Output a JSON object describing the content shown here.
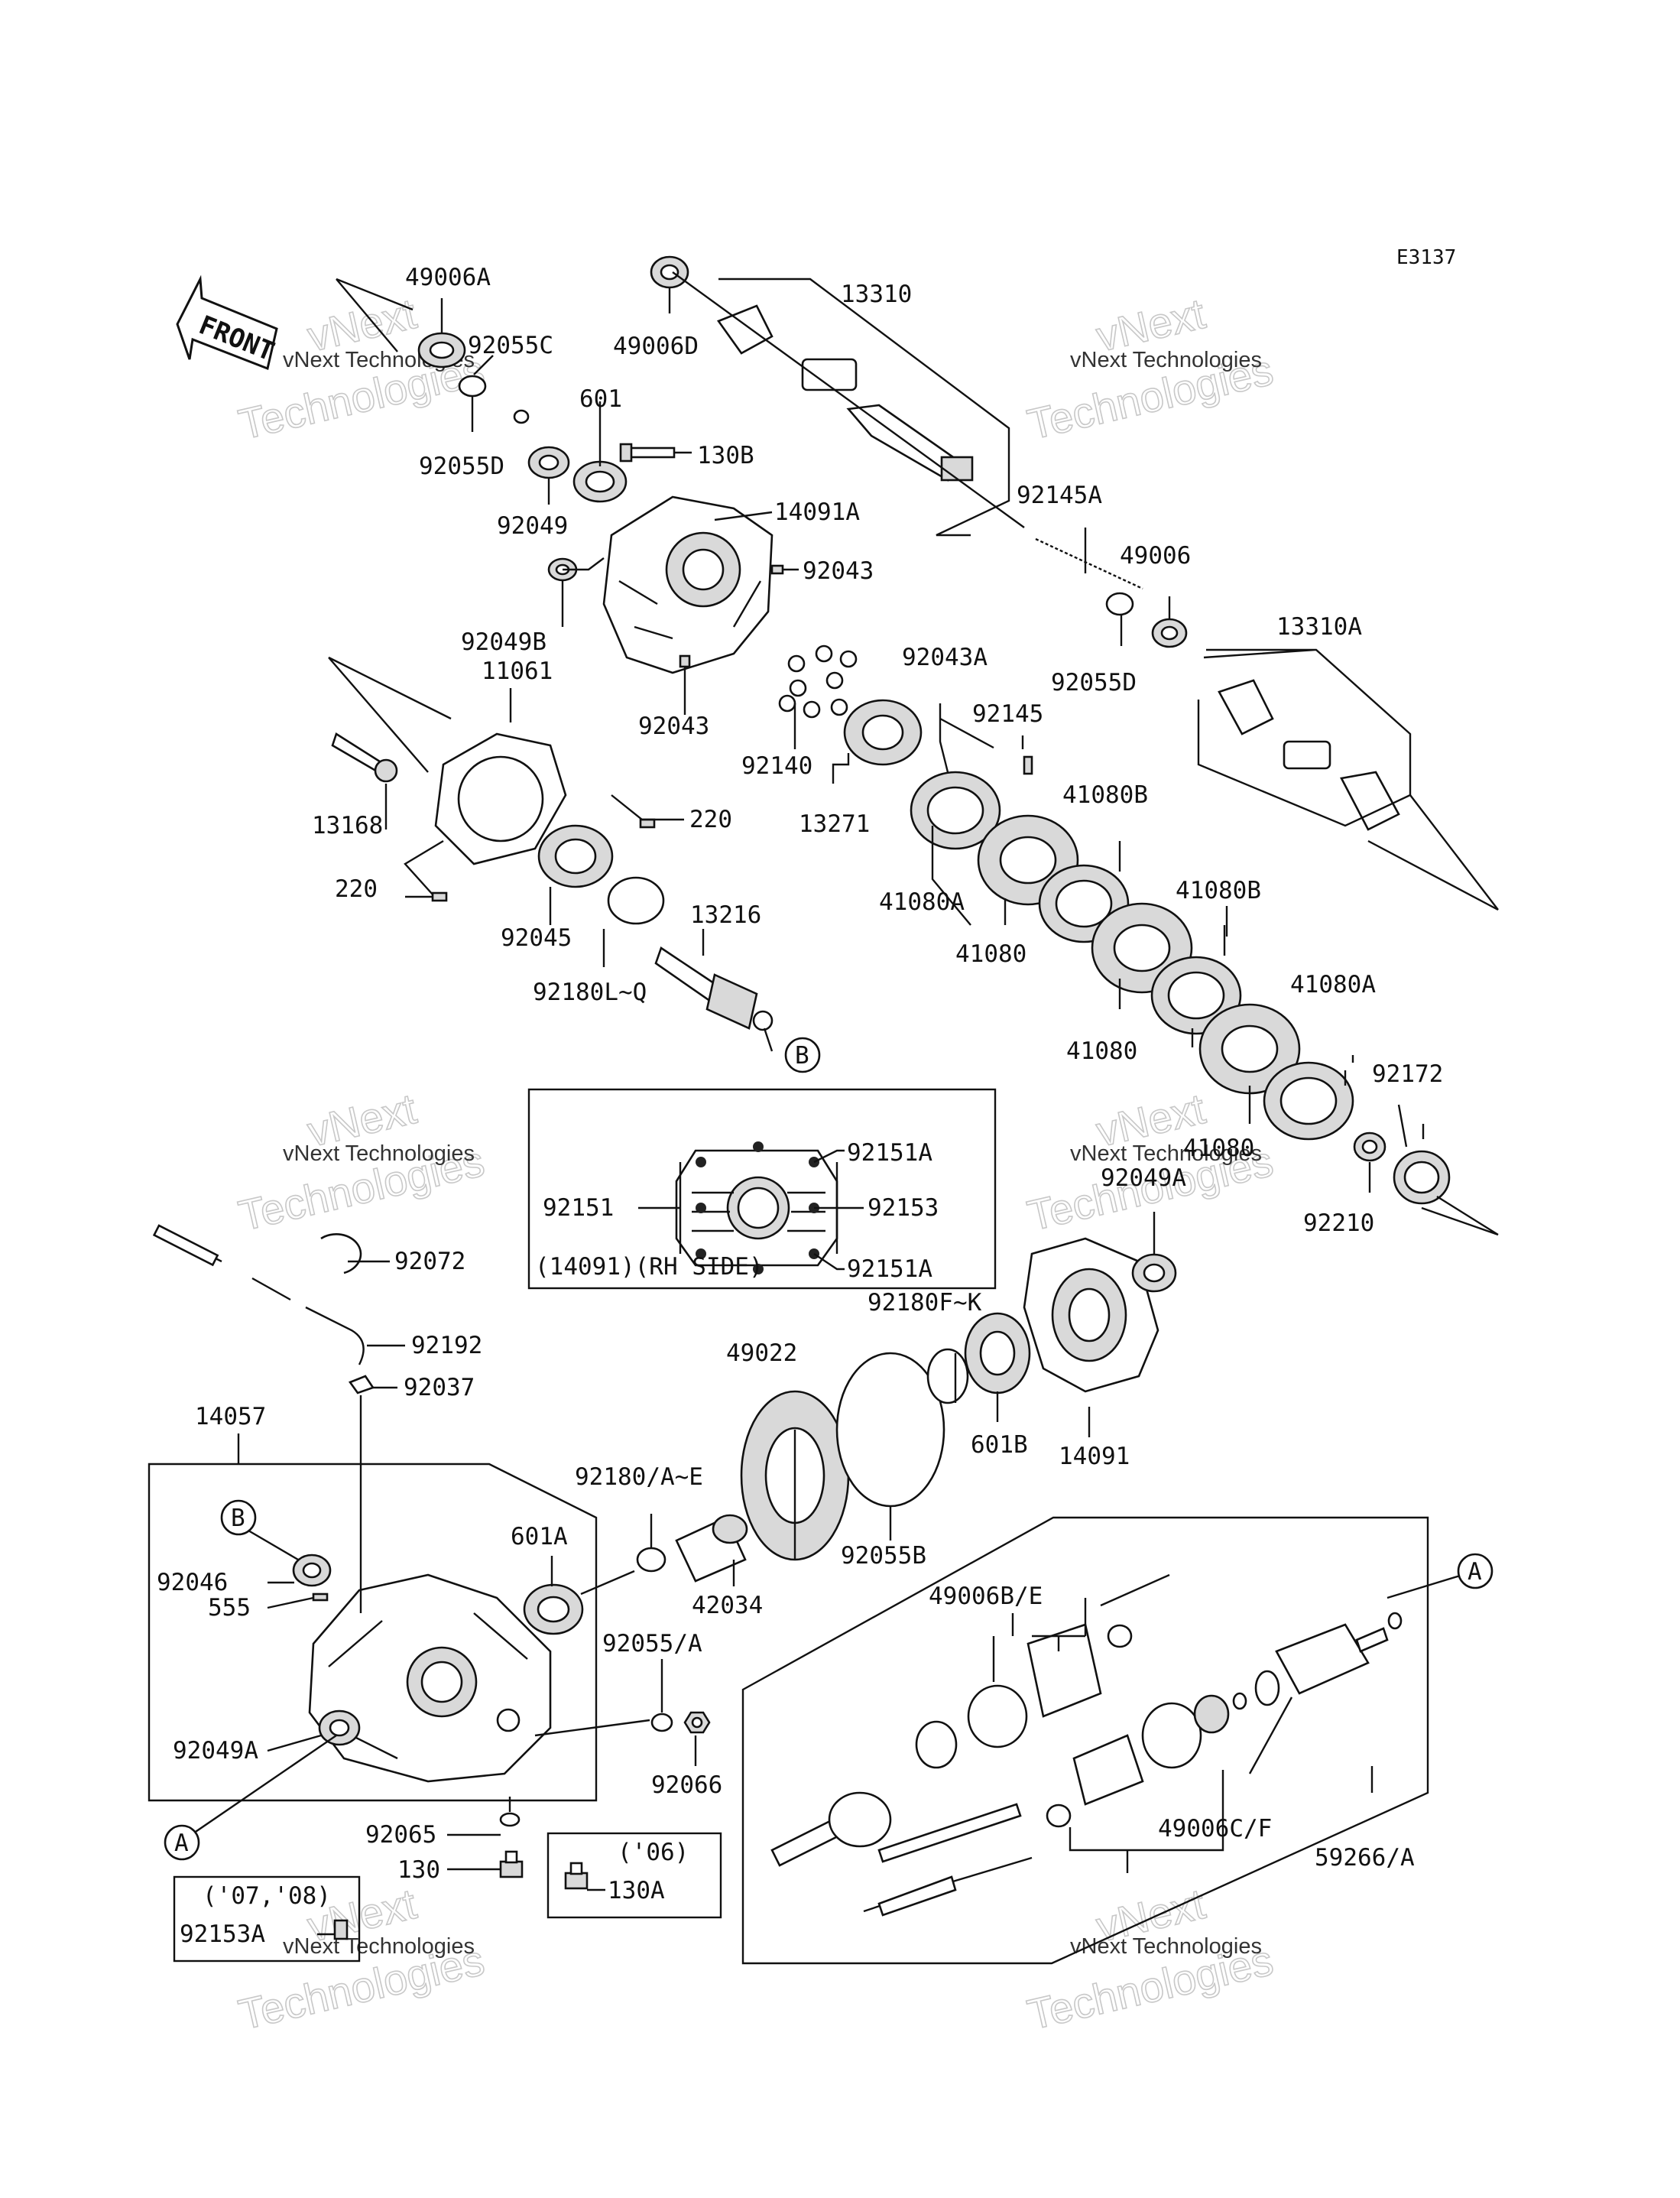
{
  "diagram_code": "E3137",
  "front_arrow_label": "FRONT",
  "watermark": {
    "line1": "vNext Technologies",
    "line2": "Technologies",
    "line3": "vNext"
  },
  "callouts": {
    "A": "A",
    "B": "B"
  },
  "inset_rh": {
    "caption": "(14091)(RH SIDE)",
    "labels": [
      "92151A",
      "92151",
      "92153",
      "92151A"
    ]
  },
  "inset_06": {
    "caption": "('06)",
    "label": "130A"
  },
  "inset_07_08": {
    "caption": "('07,'08)",
    "label": "92153A"
  },
  "parts": [
    "49006A",
    "92055C",
    "92055D",
    "601",
    "130B",
    "92049",
    "14091A",
    "92043",
    "92049B",
    "92043",
    "49006D",
    "13310",
    "92145A",
    "49006",
    "92055D",
    "13310A",
    "11061",
    "13168",
    "220",
    "220",
    "92045",
    "92180L~Q",
    "13216",
    "92043A",
    "92145",
    "92140",
    "13271",
    "41080A",
    "41080",
    "41080B",
    "41080B",
    "41080",
    "41080A",
    "41080",
    "92172",
    "92210",
    "92049A",
    "92072",
    "92192",
    "92037",
    "14057",
    "92180F~K",
    "49022",
    "601B",
    "14091",
    "92180/A~E",
    "601A",
    "92046",
    "555",
    "42034",
    "92055B",
    "92055/A",
    "92049A",
    "92066",
    "92065",
    "130",
    "49006B/E",
    "49006C/F",
    "59266/A"
  ]
}
